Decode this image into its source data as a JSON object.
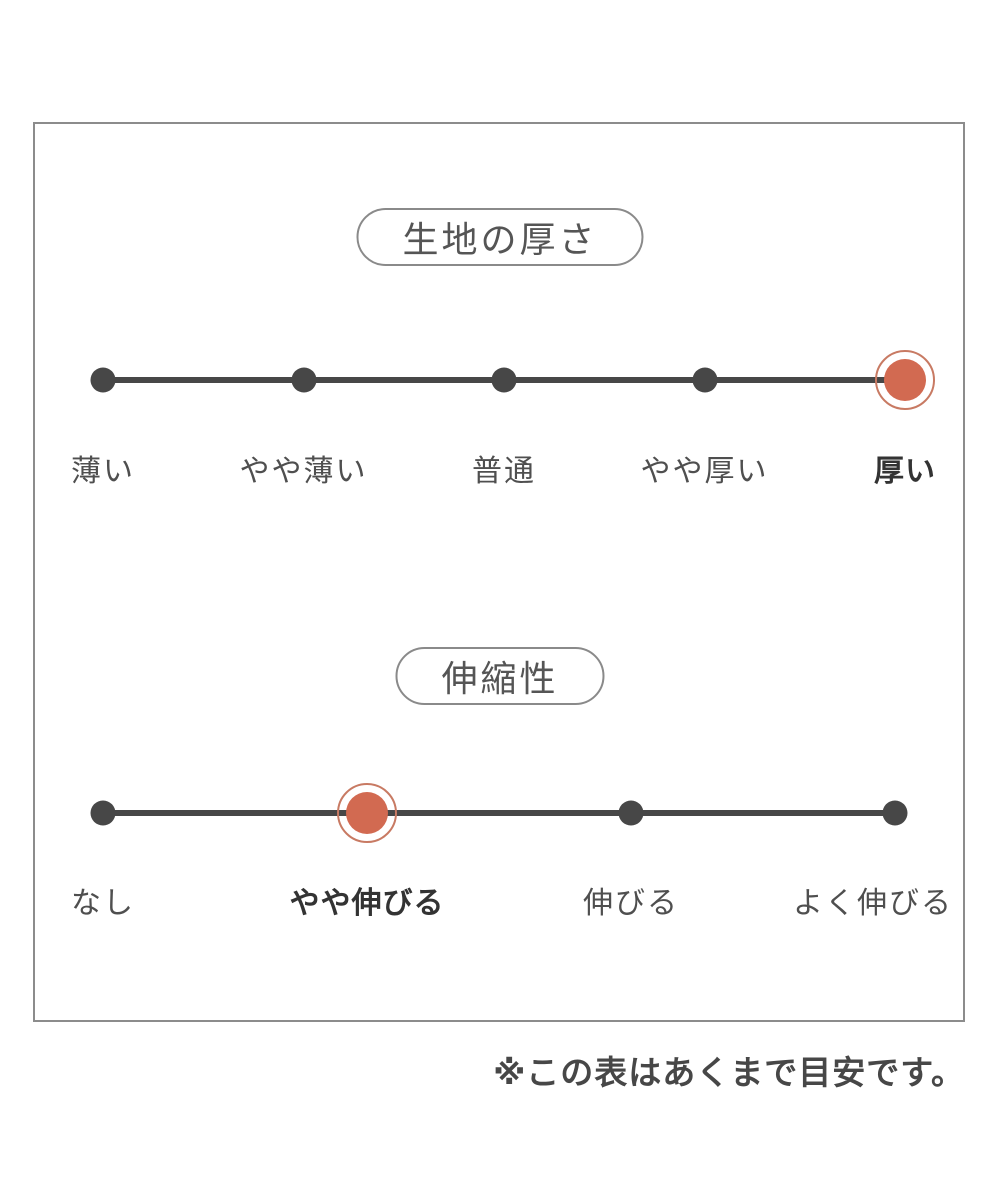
{
  "note": {
    "text": "※この表はあくまで目安です。"
  },
  "colors": {
    "accent": "#d26a51",
    "accent_ring": "#c87a63",
    "dark": "#474747",
    "frame_border": "#8c8c8c",
    "label": "#4f4f4f",
    "label_selected": "#333333"
  },
  "chart_data": [
    {
      "type": "scale",
      "title": "生地の厚さ",
      "levels": [
        "薄い",
        "やや薄い",
        "普通",
        "やや厚い",
        "厚い"
      ],
      "selected_index": 4,
      "selected_label": "厚い"
    },
    {
      "type": "scale",
      "title": "伸縮性",
      "levels": [
        "なし",
        "やや伸びる",
        "伸びる",
        "よく伸びる"
      ],
      "selected_index": 1,
      "selected_label": "やや伸びる"
    }
  ]
}
